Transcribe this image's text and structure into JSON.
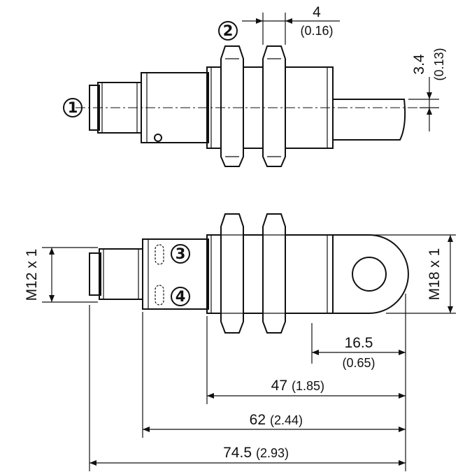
{
  "labels": {
    "one": "1",
    "two": "2",
    "three": "3",
    "four": "4"
  },
  "dimensions": {
    "nut_width": {
      "value": "4",
      "imperial": "(0.16)"
    },
    "offset": {
      "value": "3.4",
      "imperial": "(0.13)"
    },
    "thread_small": {
      "value": "M12 x 1"
    },
    "thread_large": {
      "value": "M18 x 1"
    },
    "d16": {
      "value": "16.5",
      "imperial": "(0.65)"
    },
    "d47": {
      "value": "47",
      "imperial": "(1.85)"
    },
    "d62": {
      "value": "62",
      "imperial": "(2.44)"
    },
    "d745": {
      "value": "74.5",
      "imperial": "(2.93)"
    }
  }
}
